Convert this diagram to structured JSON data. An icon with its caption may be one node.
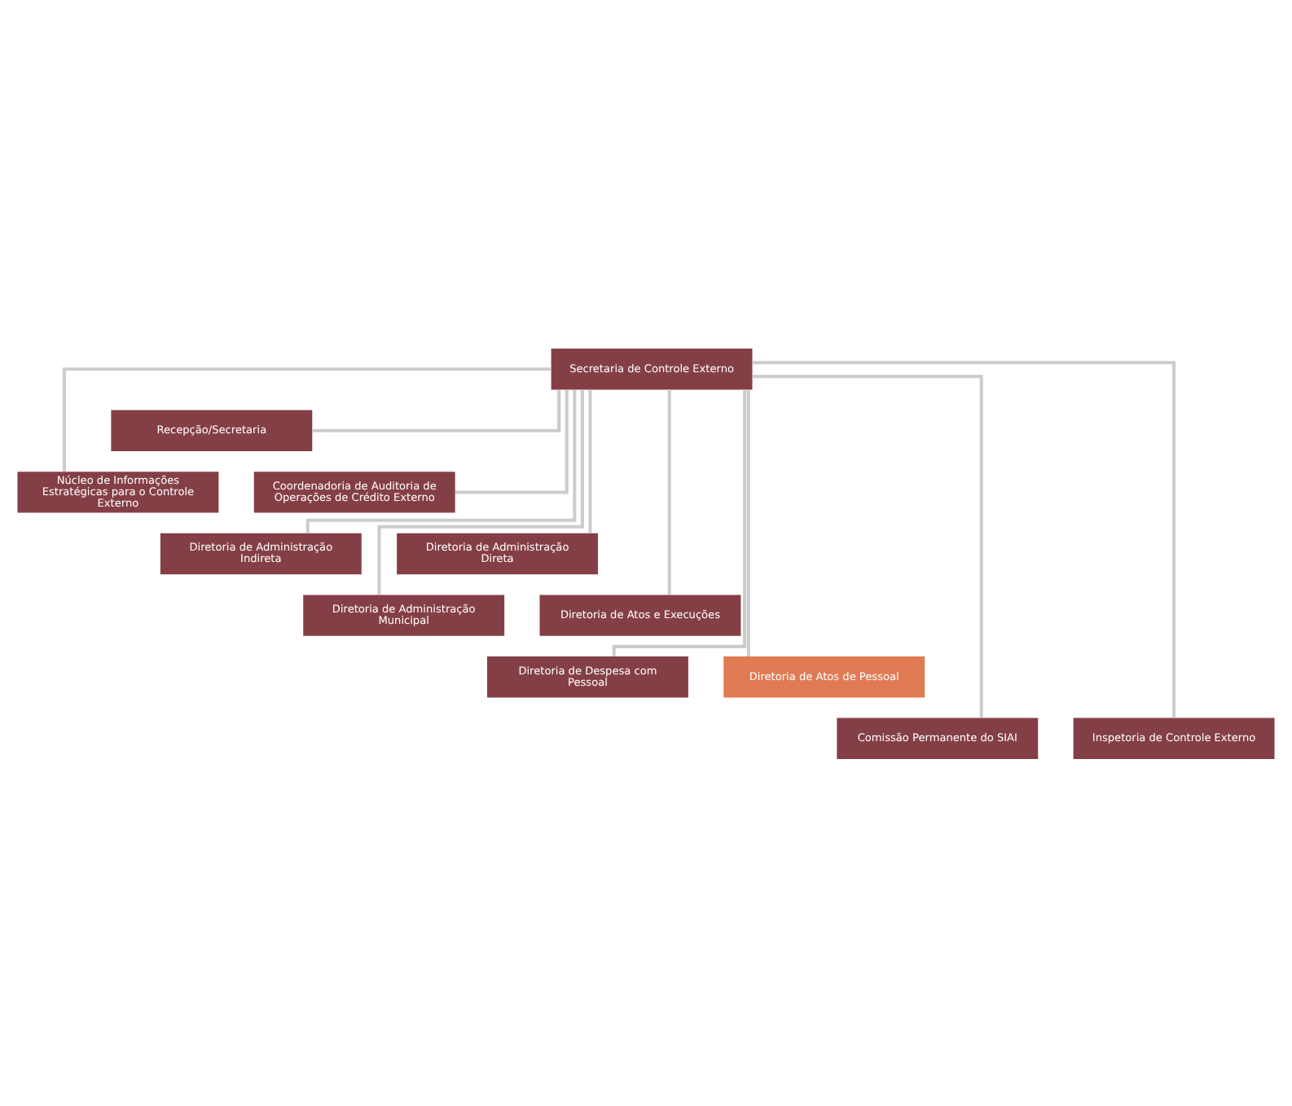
{
  "diagram": {
    "nodes": [
      {
        "text": [
          "Secretaria de Controle Externo"
        ]
      },
      {
        "text": [
          "Recepção/Secretaria"
        ]
      },
      {
        "text": [
          "Núcleo de Informações Estratégicas para o Controle Externo"
        ]
      },
      {
        "text": [
          "Coordenadoria de Auditoria de Operações de Crédito Externo"
        ]
      },
      {
        "text": [
          "Diretoria de Administração Indireta"
        ]
      },
      {
        "text": [
          "Diretoria de Administração Direta"
        ]
      },
      {
        "text": [
          "Diretoria de Administração Municipal"
        ]
      },
      {
        "text": [
          "Diretoria de Atos e Execuções"
        ]
      },
      {
        "text": [
          "Diretoria de Despesa com Pessoal"
        ]
      },
      {
        "text": [
          "Diretoria de Atos de Pessoal"
        ]
      },
      {
        "text": [
          "Comissão Permanente do SIAI"
        ]
      },
      {
        "text": [
          "Inspetoria de Controle Externo"
        ]
      }
    ],
    "edges": [
      {
        "from": 0,
        "to": 1,
        "arrow": "none"
      },
      {
        "from": 0,
        "to": 2,
        "arrow": "none"
      },
      {
        "from": 0,
        "to": 3,
        "arrow": "none"
      },
      {
        "from": 0,
        "to": 4,
        "arrow": "none"
      },
      {
        "from": 0,
        "to": 5,
        "arrow": "none"
      },
      {
        "from": 0,
        "to": 6,
        "arrow": "none"
      },
      {
        "from": 0,
        "to": 7,
        "arrow": "none"
      },
      {
        "from": 0,
        "to": 8,
        "arrow": "none"
      },
      {
        "from": 0,
        "to": 9,
        "arrow": "none"
      },
      {
        "from": 0,
        "to": 10,
        "arrow": "none"
      },
      {
        "from": 0,
        "to": 11,
        "arrow": "none"
      }
    ]
  }
}
